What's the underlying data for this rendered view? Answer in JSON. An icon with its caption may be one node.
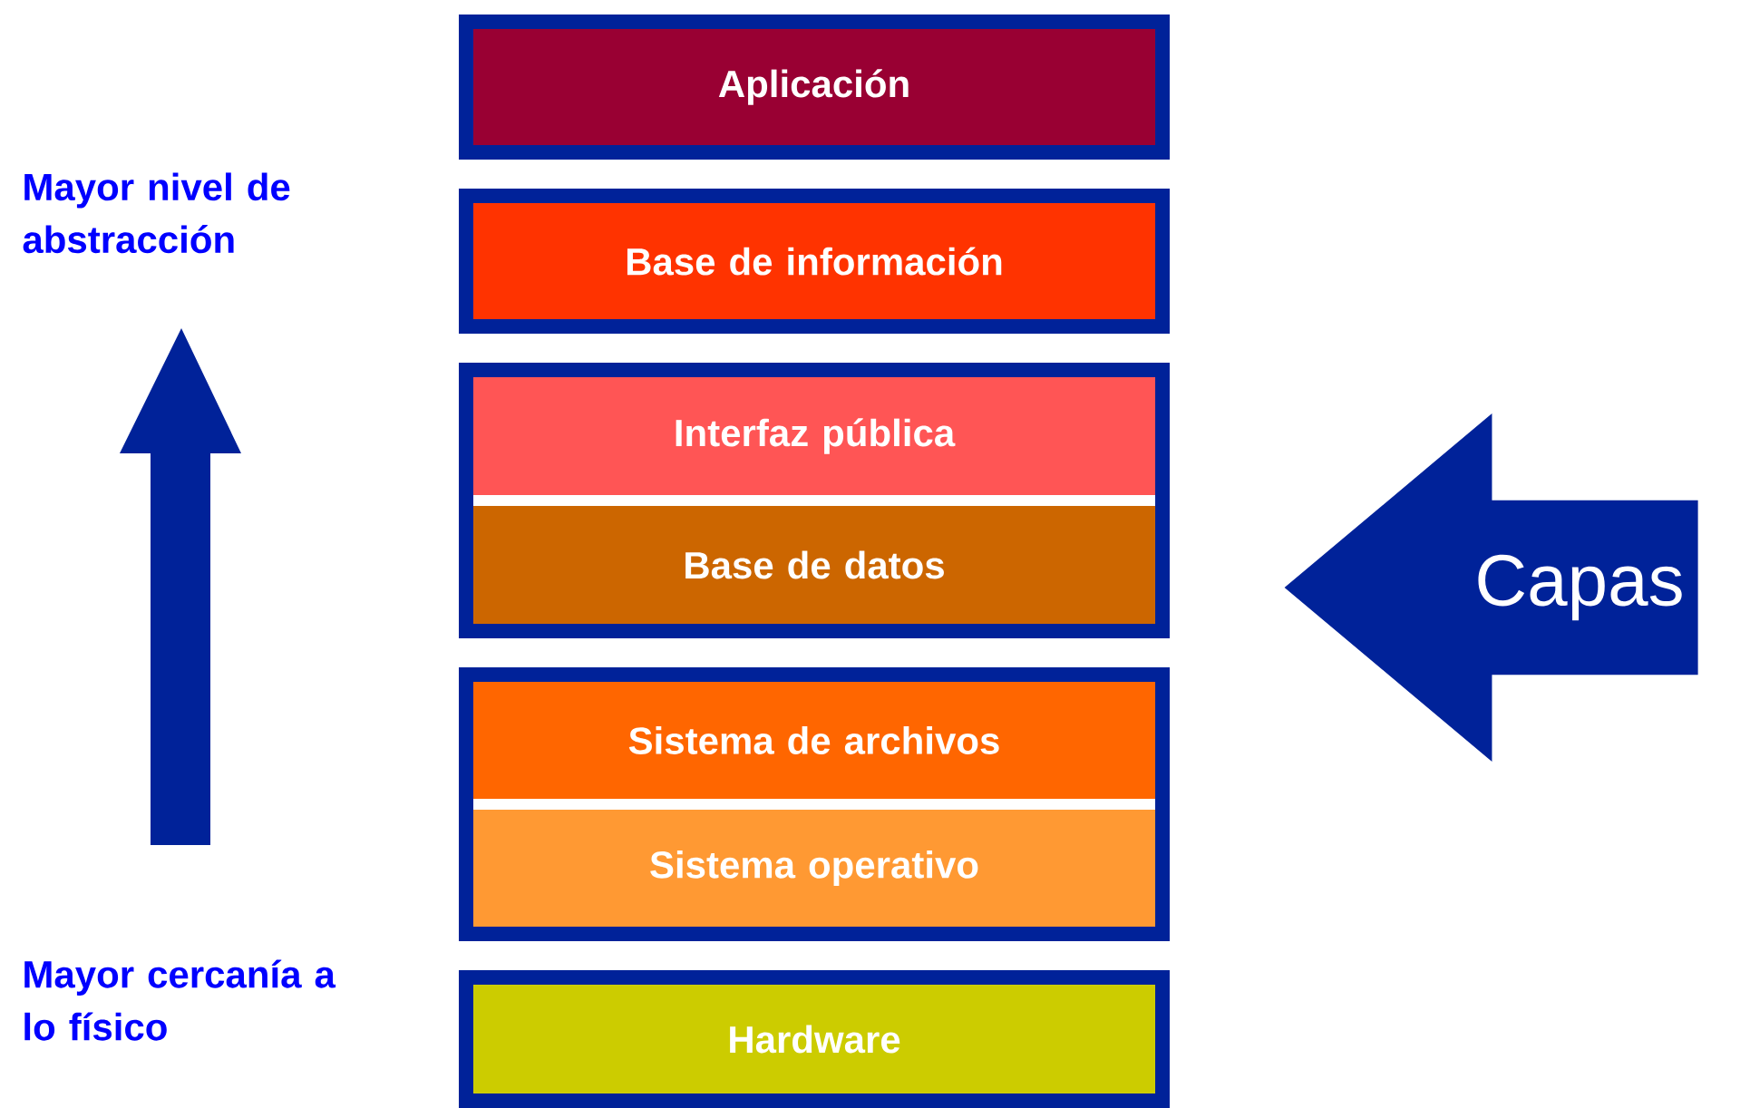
{
  "diagram": {
    "nodes": [
      {
        "text": [],
        "shape": "box"
      },
      {
        "text": [
          "Aplicación"
        ],
        "in": 0
      },
      {
        "text": [],
        "shape": "box"
      },
      {
        "text": [
          "Base de información"
        ],
        "in": 2
      },
      {
        "text": [],
        "shape": "box"
      },
      {
        "text": [
          "Interfaz pública"
        ],
        "in": 4
      },
      {
        "text": [
          "Base de datos"
        ],
        "in": 4
      },
      {
        "text": [],
        "shape": "box"
      },
      {
        "text": [
          "Sistema de archivos"
        ],
        "in": 7
      },
      {
        "text": [
          "Sistema operativo"
        ],
        "in": 7
      },
      {
        "text": [],
        "shape": "box"
      },
      {
        "text": [
          "Hardware"
        ],
        "in": 10
      },
      {
        "text": [
          "Capas"
        ]
      }
    ],
    "edges": [],
    "labels": [
      "Mayor nivel de abstracción",
      "Mayor cercanía a lo físico"
    ]
  }
}
